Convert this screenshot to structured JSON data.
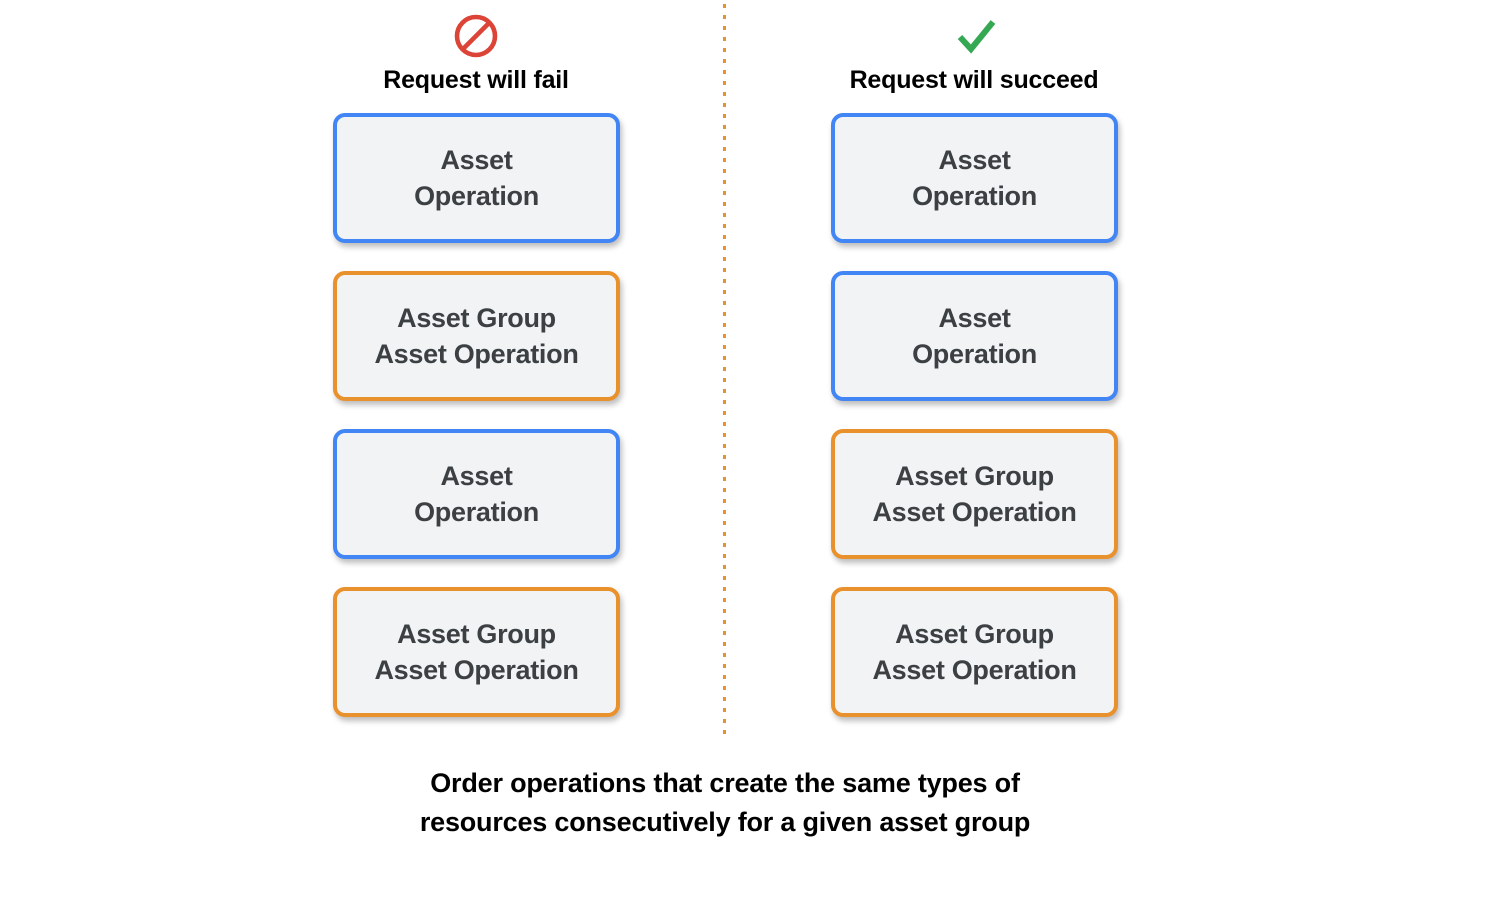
{
  "colors": {
    "blue_border": "#4285f4",
    "orange_border": "#e8912d",
    "card_fill": "#f1f3f4",
    "card_text": "#3c4043",
    "fail_icon": "#db4437",
    "succeed_icon": "#34a853",
    "divider": "#e8912d",
    "background": "#ffffff"
  },
  "columns": [
    {
      "id": "fail",
      "icon": "prohibition-icon",
      "header": "Request will fail",
      "cards": [
        {
          "label": "Asset\nOperation",
          "type": "blue"
        },
        {
          "label": "Asset Group\nAsset Operation",
          "type": "orange"
        },
        {
          "label": "Asset\nOperation",
          "type": "blue"
        },
        {
          "label": "Asset Group\nAsset Operation",
          "type": "orange"
        }
      ]
    },
    {
      "id": "succeed",
      "icon": "checkmark-icon",
      "header": "Request will succeed",
      "cards": [
        {
          "label": "Asset\nOperation",
          "type": "blue"
        },
        {
          "label": "Asset\nOperation",
          "type": "blue"
        },
        {
          "label": "Asset Group\nAsset Operation",
          "type": "orange"
        },
        {
          "label": "Asset Group\nAsset Operation",
          "type": "orange"
        }
      ]
    }
  ],
  "caption": "Order operations that create the same types of\nresources consecutively for a given asset group"
}
